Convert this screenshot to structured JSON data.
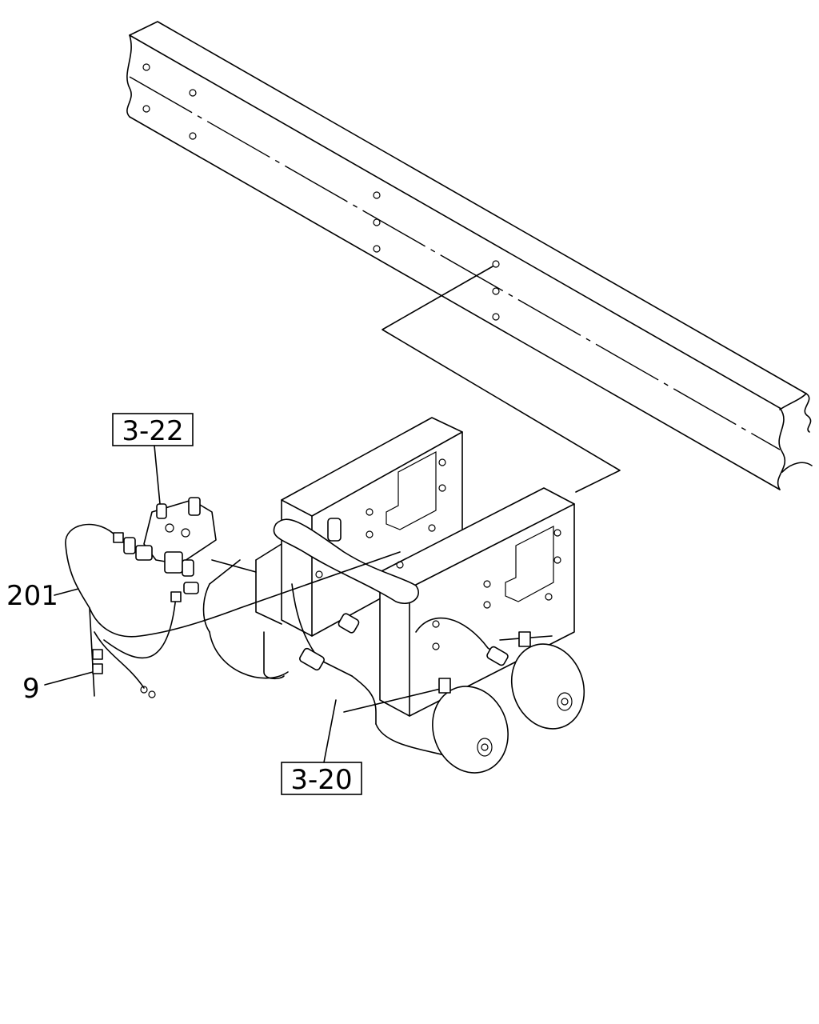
{
  "callouts": {
    "ref_3_22": "3-22",
    "ref_3_20": "3-20",
    "part_201": "201",
    "part_9": "9"
  }
}
